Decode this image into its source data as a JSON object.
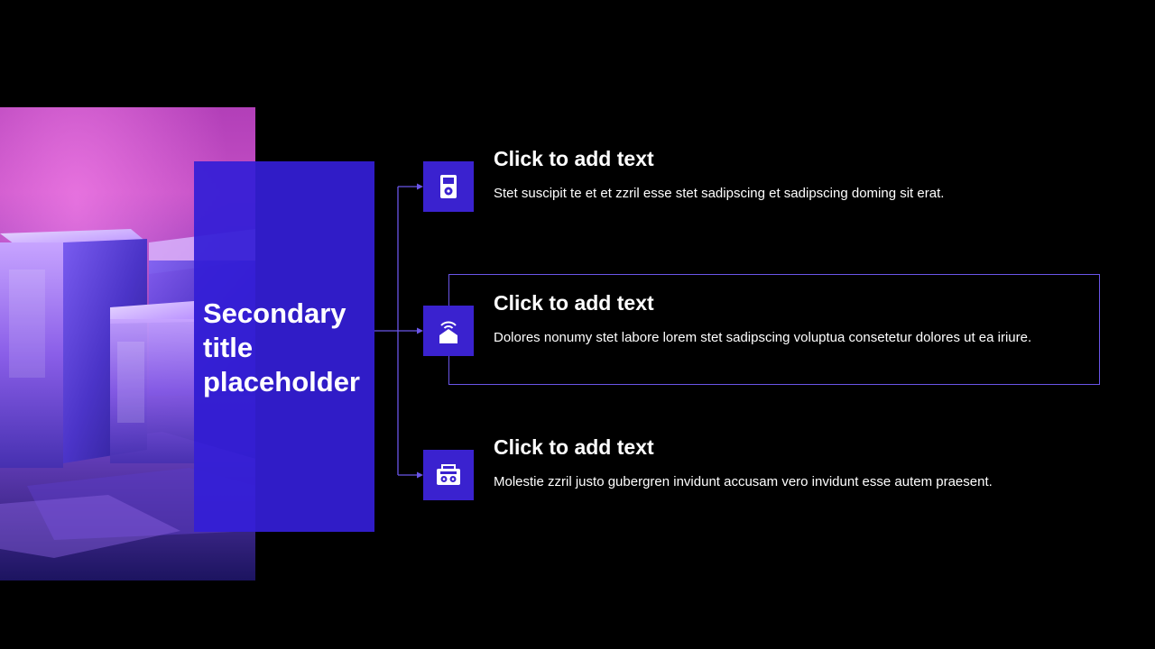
{
  "slide": {
    "secondary_title": "Secondary title placeholder",
    "items": [
      {
        "title": "Click to add text",
        "description": "Stet suscipit te et et zzril esse stet sadipscing et sadipscing doming sit erat.",
        "icon": "music-player-icon"
      },
      {
        "title": "Click to add text",
        "description": "Dolores nonumy stet labore lorem stet sadipscing voluptua consetetur dolores ut ea iriure.",
        "icon": "smart-home-icon"
      },
      {
        "title": "Click to add text",
        "description": "Molestie zzril justo gubergren invidunt accusam vero invidunt esse autem praesent.",
        "icon": "radio-icon"
      }
    ]
  },
  "colors": {
    "background": "#000000",
    "accent": "#3a22cf",
    "frame": "#6a55e8",
    "text": "#ffffff"
  }
}
